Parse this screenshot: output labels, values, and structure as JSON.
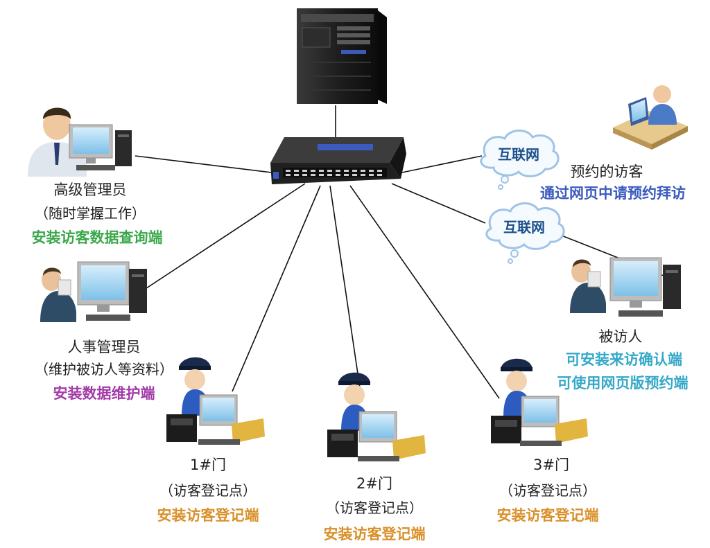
{
  "internet_clouds": [
    {
      "label": "互联网"
    },
    {
      "label": "互联网"
    }
  ],
  "nodes": {
    "senior_admin": {
      "title": "高级管理员",
      "note": "（随时掌握工作）",
      "software": "安装访客数据查询端"
    },
    "hr_admin": {
      "title": "人事管理员",
      "note": "（维护被访人等资料）",
      "software": "安装数据维护端"
    },
    "booked_visitor": {
      "title": "预约的访客",
      "software": "通过网页中请预约拜访"
    },
    "visited_person": {
      "title": "被访人",
      "software_1": "可安装来访确认端",
      "software_2": "可使用网页版预约端"
    },
    "gate_1": {
      "title": "1#门",
      "note": "（访客登记点）",
      "software": "安装访客登记端"
    },
    "gate_2": {
      "title": "2#门",
      "note": "（访客登记点）",
      "software": "安装访客登记端"
    },
    "gate_3": {
      "title": "3#门",
      "note": "（访客登记点）",
      "software": "安装访客登记端"
    }
  },
  "colors": {
    "green": "#3aa84a",
    "purple": "#a23aa8",
    "blue": "#3b5bbf",
    "cyan": "#35a8c8",
    "orange": "#d9902a",
    "cloud_text": "#1b4f8a"
  }
}
